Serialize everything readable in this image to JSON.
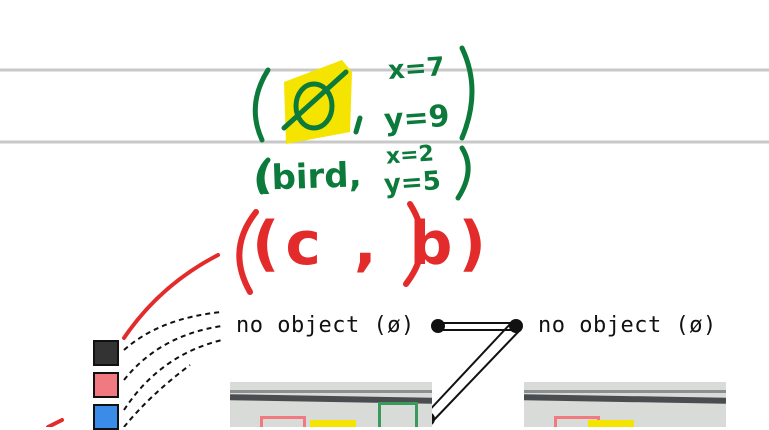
{
  "slide": {
    "handwriting": {
      "eq1_var_x": "x=7",
      "eq1_var_y": "y=9",
      "eq2_label": "(bird,",
      "eq2_var_x": "x=2",
      "eq2_var_y": "y=5",
      "pair": "(c , b)"
    },
    "labels": {
      "left_no_object": "no object (ø)",
      "right_no_object": "no object (ø)"
    },
    "colors": {
      "green_ink": "#0b7a3b",
      "red_ink": "#e32b2b",
      "highlight": "#f5e400",
      "swatch_dark": "#333333",
      "swatch_pink": "#f07a80",
      "swatch_blue": "#3b8be8",
      "rule_gray": "#c8c8c8"
    },
    "icons": [
      "empty-set-symbol"
    ]
  }
}
